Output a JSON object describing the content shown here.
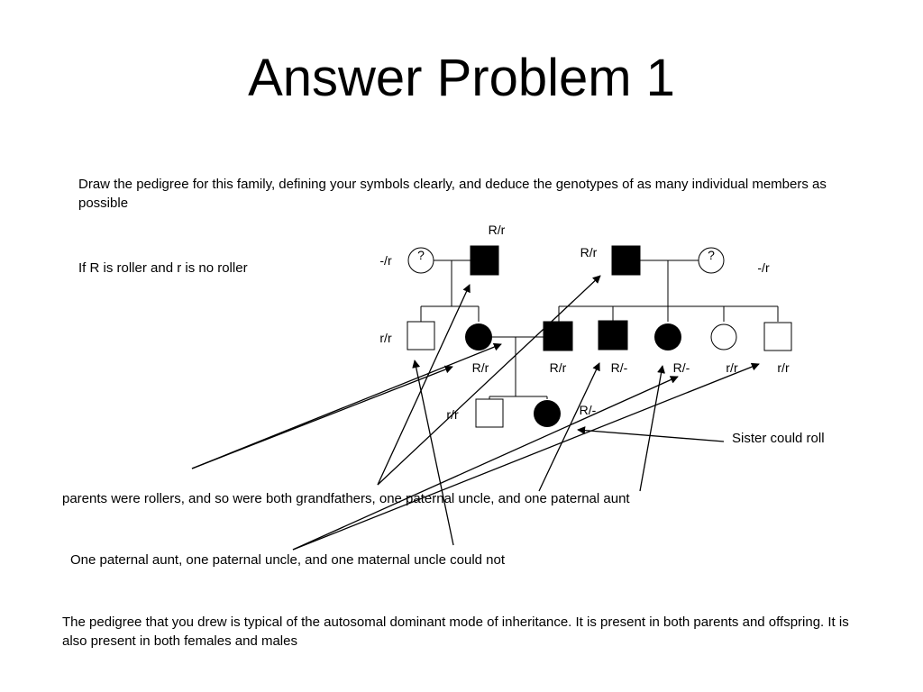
{
  "slide": {
    "title": "Answer Problem 1",
    "instructions": "Draw the pedigree for this family, defining your symbols clearly, and deduce the genotypes of as many individual members as possible",
    "key": "If R is roller and r is no roller",
    "note_parents": "parents were rollers, and so were both grandfathers, one paternal uncle, and one paternal aunt",
    "note_could_not": "One paternal aunt, one paternal uncle, and one maternal uncle could not",
    "note_sister": "Sister could roll",
    "conclusion": "The pedigree that you drew is typical of the autosomal dominant mode of inheritance.  It is present in both parents and offspring.  It is also present in both females and males"
  },
  "pedigree": {
    "unknown_mark": "?",
    "genotypes": {
      "gen1_maternal_grandmother": "-/r",
      "gen1_maternal_grandfather": "R/r",
      "gen1_paternal_grandfather": "R/r",
      "gen1_paternal_grandmother": "-/r",
      "gen2_maternal_uncle": "r/r",
      "gen2_mother": "R/r",
      "gen2_father": "R/r",
      "gen2_paternal_uncle": "R/-",
      "gen2_paternal_aunt_affected": "R/-",
      "gen2_paternal_aunt_unaffected": "r/r",
      "gen2_paternal_uncle_unaffected": "r/r",
      "gen3_son": "r/r",
      "gen3_daughter": "R/-"
    }
  }
}
